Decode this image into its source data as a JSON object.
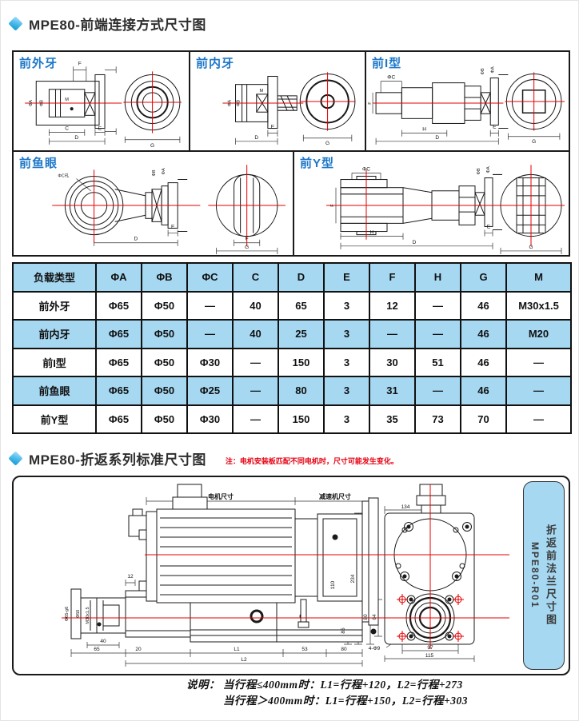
{
  "section1": {
    "title": "MPE80-前端连接方式尺寸图",
    "panels": [
      {
        "label": "前外牙",
        "dims": {
          "F": "F",
          "phiA": "ΦA",
          "phiB": "ΦB",
          "M": "M",
          "C": "C",
          "E": "E",
          "D": "D",
          "G": "G"
        }
      },
      {
        "label": "前内牙",
        "dims": {
          "phiA": "ΦA",
          "phiB": "ΦB",
          "M": "M",
          "E": "E",
          "D": "D",
          "G": "G"
        }
      },
      {
        "label": "前I型",
        "dims": {
          "phiC": "ΦC",
          "phiB": "ΦB",
          "phiA": "ΦA",
          "F": "F",
          "H": "H",
          "D": "D",
          "E": "E",
          "G": "G"
        }
      },
      {
        "label": "前鱼眼",
        "dims": {
          "phiC": "ΦC孔",
          "phiB": "ΦB",
          "phiA": "ΦA",
          "E": "E",
          "D": "D",
          "F": "F",
          "G": "G"
        }
      },
      {
        "label": "前Y型",
        "dims": {
          "phiC": "ΦC",
          "phiB": "ΦB",
          "phiA": "ΦA",
          "F": "F",
          "H": "H",
          "D": "D",
          "E": "E",
          "G": "G"
        }
      }
    ]
  },
  "table": {
    "headers": [
      "负载类型",
      "ΦA",
      "ΦB",
      "ΦC",
      "C",
      "D",
      "E",
      "F",
      "H",
      "G",
      "M"
    ],
    "rows": [
      [
        "前外牙",
        "Φ65",
        "Φ50",
        "—",
        "40",
        "65",
        "3",
        "12",
        "—",
        "46",
        "M30x1.5"
      ],
      [
        "前内牙",
        "Φ65",
        "Φ50",
        "—",
        "40",
        "25",
        "3",
        "—",
        "—",
        "46",
        "M20"
      ],
      [
        "前I型",
        "Φ65",
        "Φ50",
        "Φ30",
        "—",
        "150",
        "3",
        "30",
        "51",
        "46",
        "—"
      ],
      [
        "前鱼眼",
        "Φ65",
        "Φ50",
        "Φ25",
        "—",
        "80",
        "3",
        "31",
        "—",
        "46",
        "—"
      ],
      [
        "前Y型",
        "Φ65",
        "Φ50",
        "Φ30",
        "—",
        "150",
        "3",
        "35",
        "73",
        "70",
        "—"
      ]
    ]
  },
  "section2": {
    "title": "MPE80-折返系列标准尺寸图",
    "note": "注：电机安装板匹配不同电机时，尺寸可能发生变化。",
    "tab": {
      "line1": "折返前法兰尺寸图",
      "line2": "MPE80-R01"
    },
    "labels": {
      "motor": "电机尺寸",
      "reducer": "减速机尺寸",
      "d12": "12",
      "rod_od": "Φ65-g6",
      "rod_d": "Φ50",
      "thread": "M30x1.5",
      "d40": "40",
      "d65": "65",
      "d20": "20",
      "L1": "L1",
      "d53": "53",
      "d80": "80",
      "L2": "L2",
      "d110": "110",
      "d85": "85",
      "d234": "234",
      "d134": "134",
      "v80": "80",
      "v64": "64",
      "d97": "97",
      "d115": "115",
      "holes": "4-Φ9"
    },
    "desc": {
      "line1": "说明： 当行程≤400mm时：L1=行程+120，L2=行程+273",
      "line2": "当行程＞400mm时：L1=行程+150，L2=行程+303"
    }
  }
}
